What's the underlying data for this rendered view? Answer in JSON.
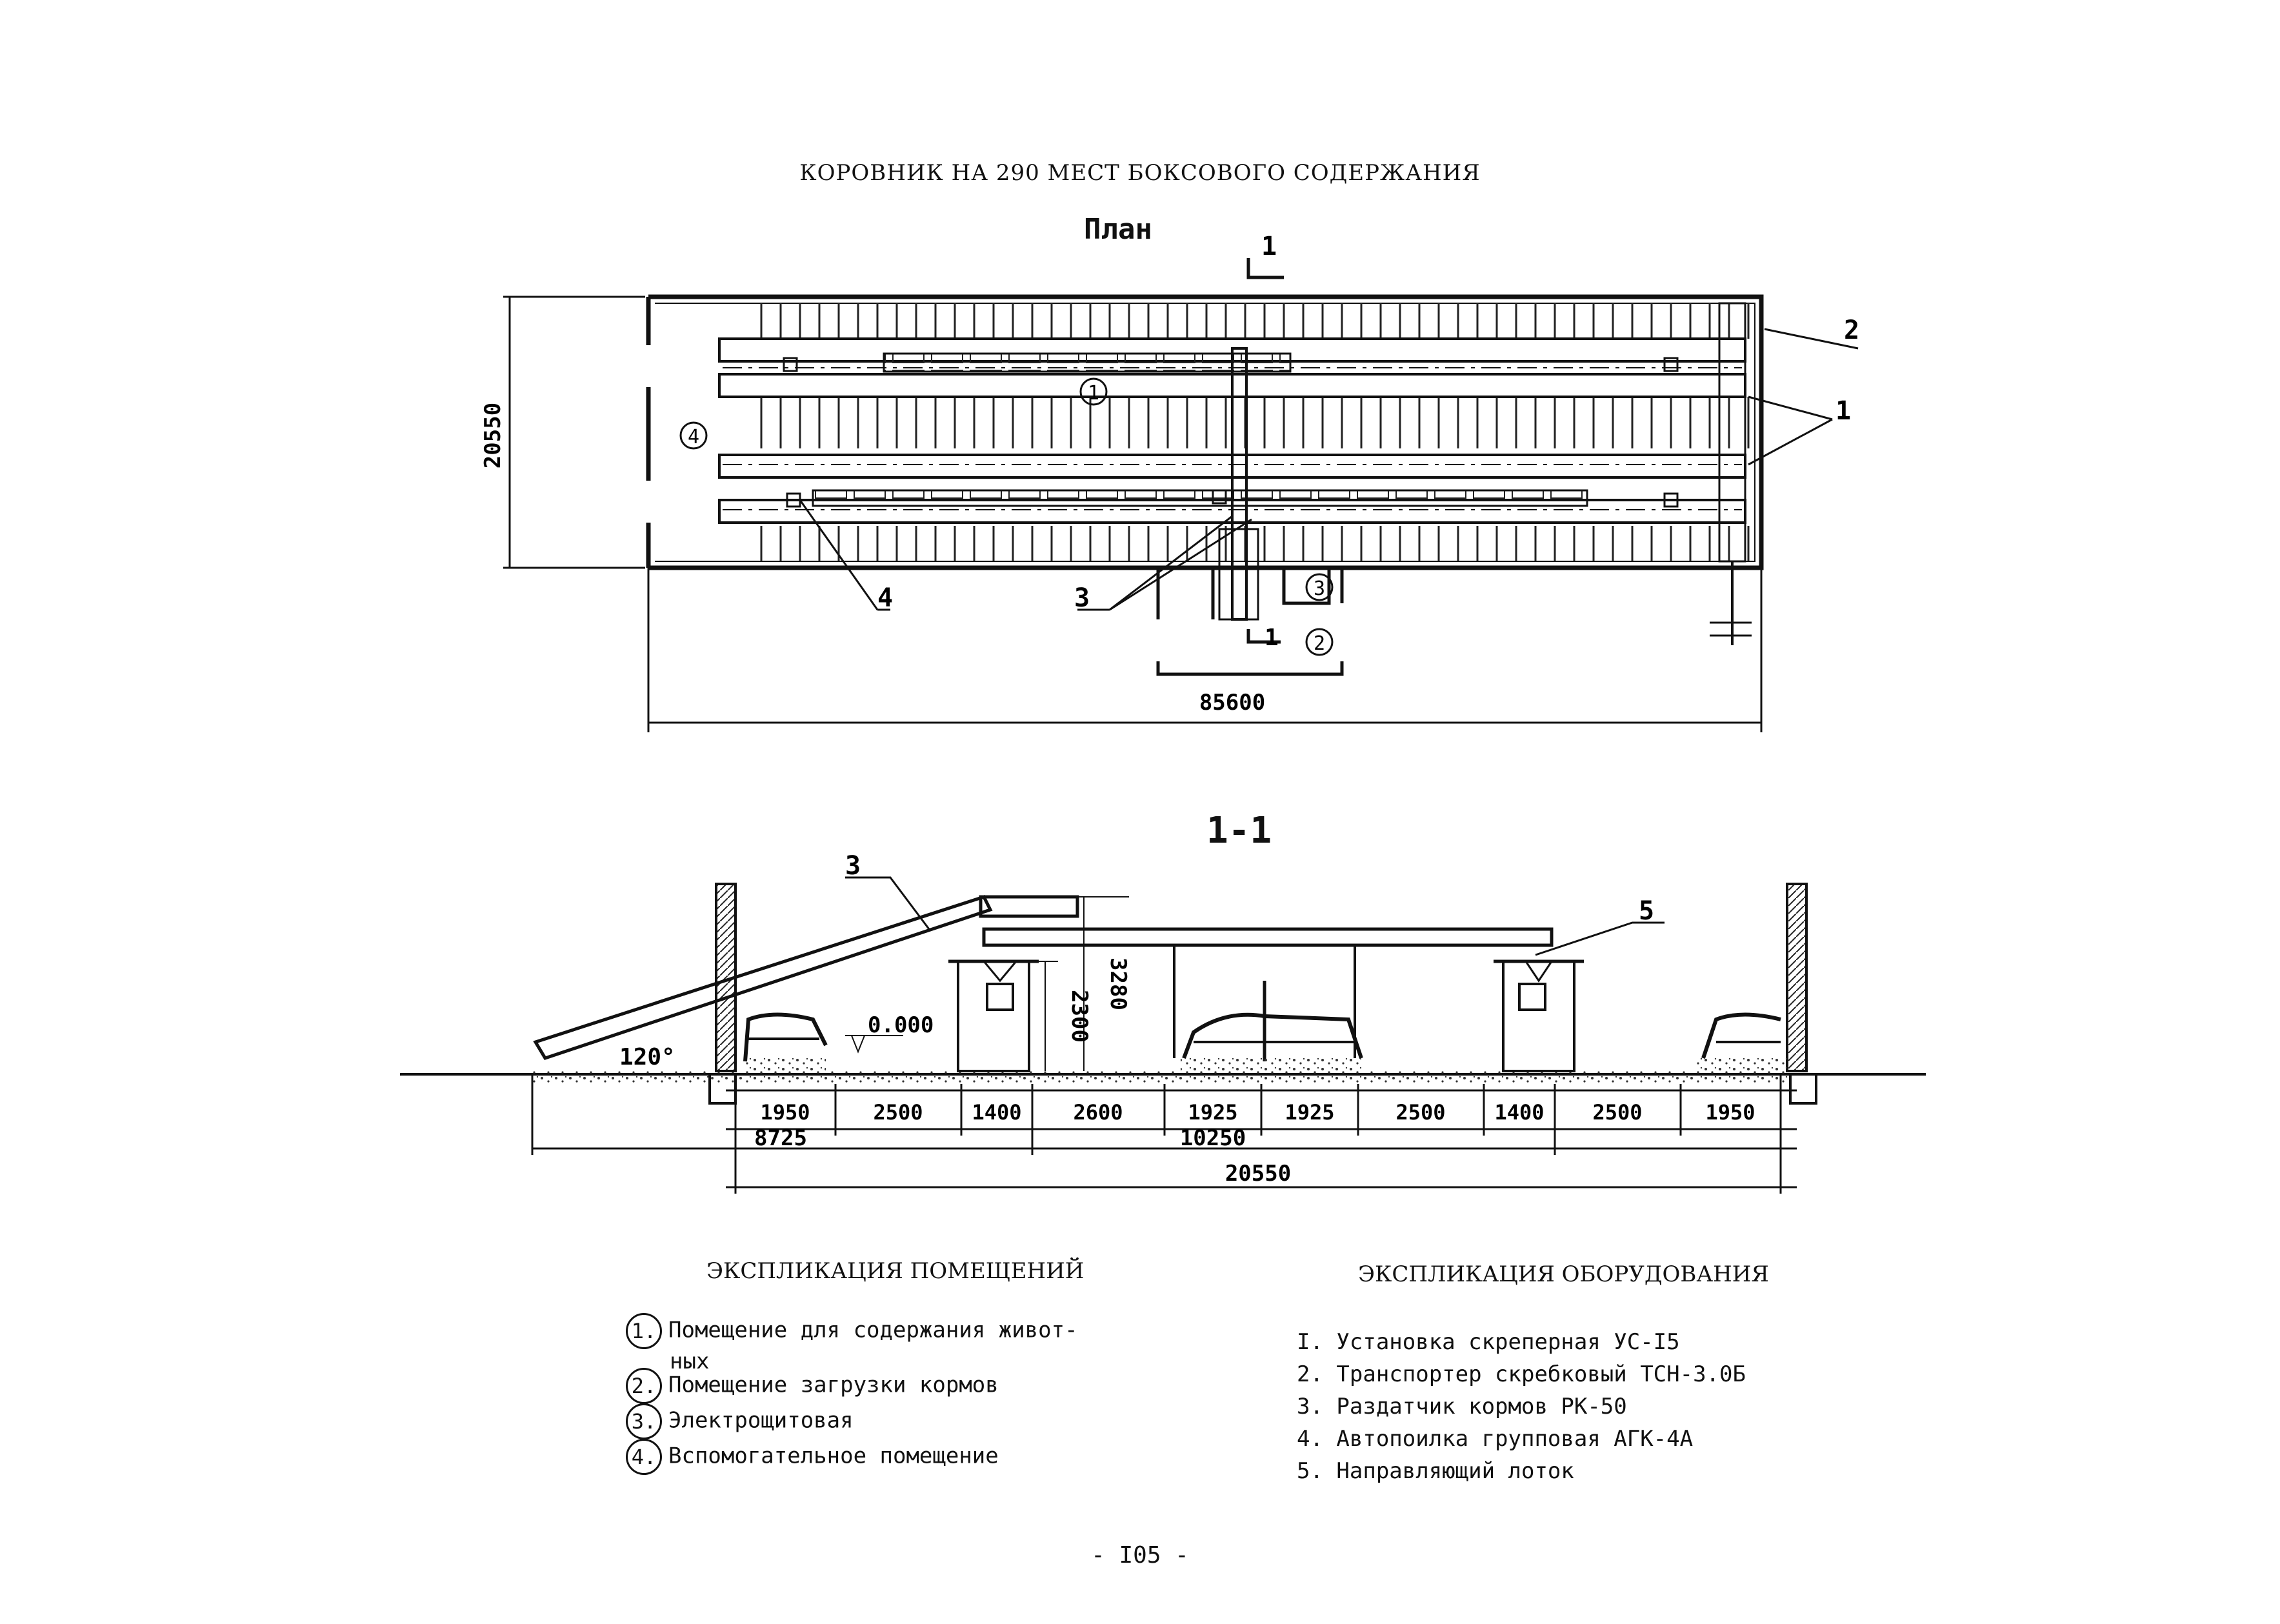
{
  "title": "КОРОВНИК НА 290 МЕСТ БОКСОВОГО СОДЕРЖАНИЯ",
  "plan": {
    "heading": "План",
    "section_mark": "1",
    "width_dim": "85600",
    "height_dim": "20550",
    "callouts": {
      "c1": "1",
      "c2": "2",
      "c3": "3",
      "c4": "4"
    },
    "room_marks": {
      "r1": "1",
      "r2": "2",
      "r3": "3",
      "r4": "4"
    }
  },
  "section": {
    "heading": "1-1",
    "callouts": {
      "c3": "3",
      "c5": "5"
    },
    "angle": "120°",
    "level": "0.000",
    "heights": {
      "h1": "2300",
      "h2": "3280"
    },
    "dims_row1": [
      "1950",
      "2500",
      "1400",
      "2600",
      "1925",
      "1925",
      "2500",
      "1400",
      "2500",
      "1950"
    ],
    "dims_row2": {
      "a": "8725",
      "b": "10250"
    },
    "total": "20550"
  },
  "rooms": {
    "heading": "ЭКСПЛИКАЦИЯ ПОМЕЩЕНИЙ",
    "items": [
      {
        "num": "1.",
        "line1": "Помещение для содержания живот-",
        "line2": "ных"
      },
      {
        "num": "2.",
        "line1": "Помещение загрузки кормов"
      },
      {
        "num": "3.",
        "line1": "Электрощитовая"
      },
      {
        "num": "4.",
        "line1": "Вспомогательное помещение"
      }
    ]
  },
  "equipment": {
    "heading": "ЭКСПЛИКАЦИЯ ОБОРУДОВАНИЯ",
    "items": [
      "I. Установка скреперная УС-I5",
      "2. Транспортер скребковый ТСН-3.0Б",
      "3. Раздатчик кормов РК-50",
      "4. Автопоилка групповая АГК-4А",
      "5. Направляющий лоток"
    ]
  },
  "page_number": "- I05 -"
}
